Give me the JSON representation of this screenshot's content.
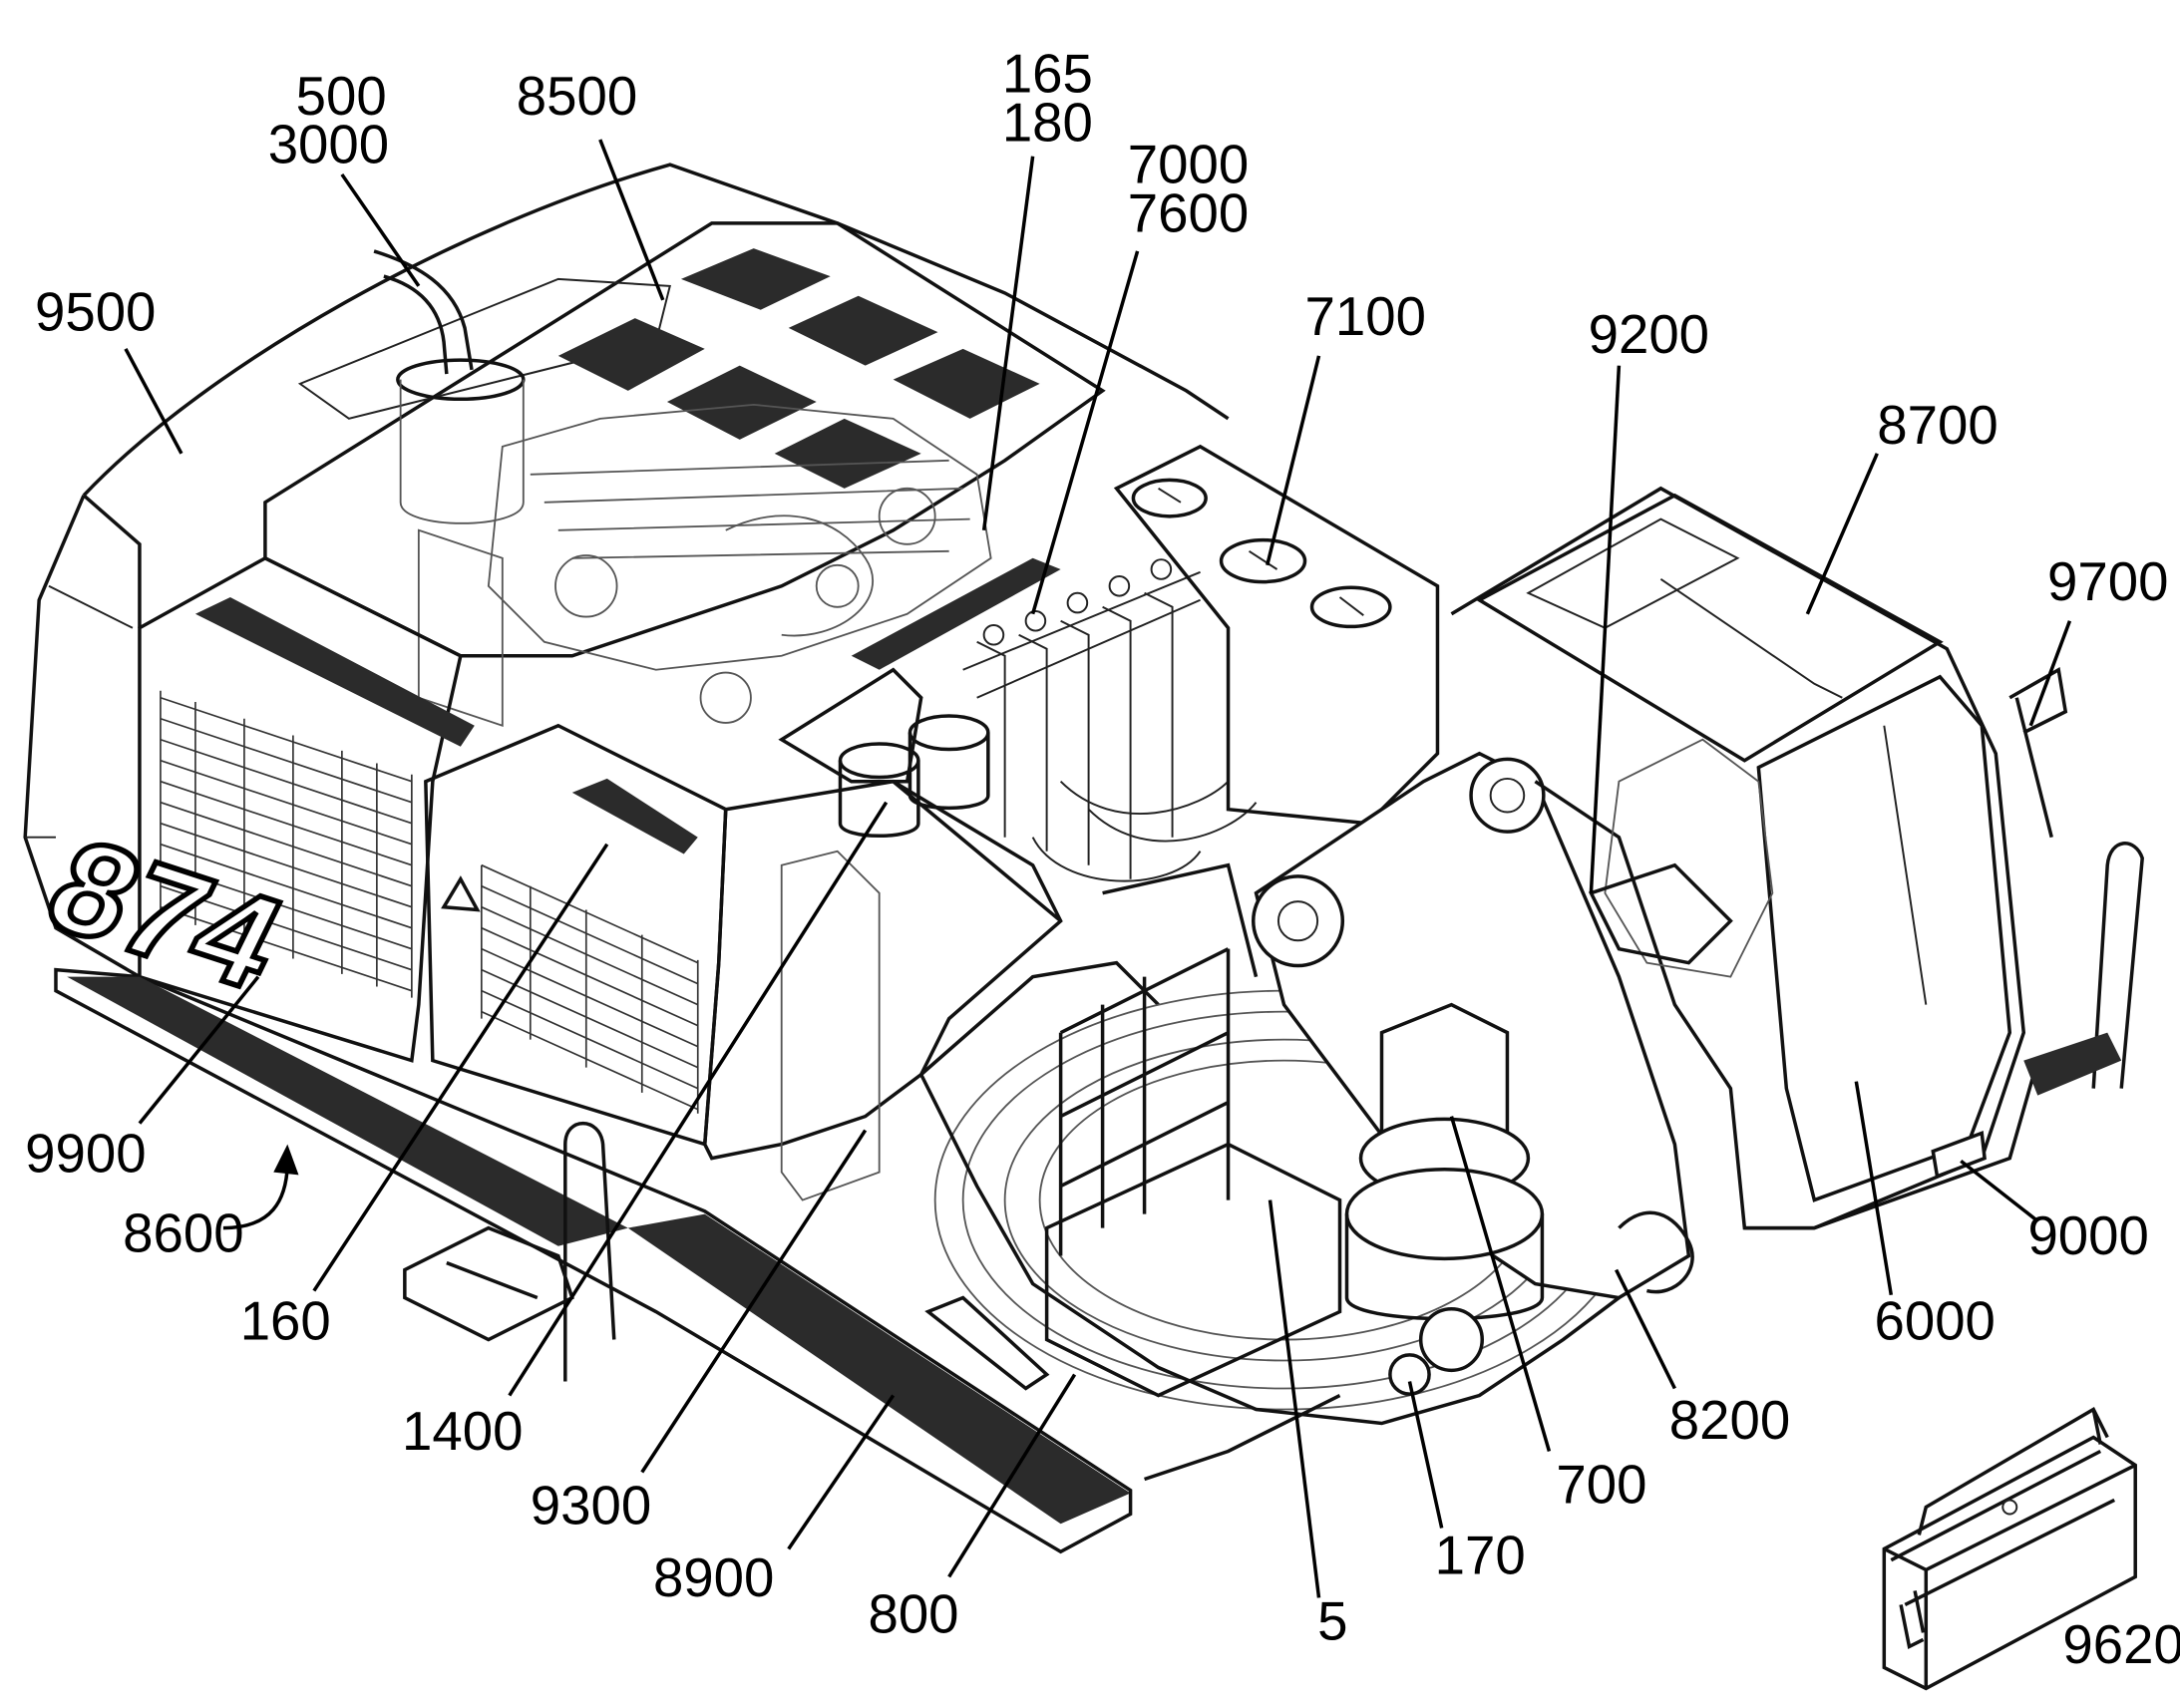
{
  "colors": {
    "line": "#111111",
    "background": "#ffffff",
    "grating": "#2b2b2b"
  },
  "machine": {
    "decal_number": "874"
  },
  "callouts": [
    {
      "id": "c-500",
      "lines": [
        "500",
        "3000"
      ]
    },
    {
      "id": "c-8500",
      "lines": [
        "8500"
      ]
    },
    {
      "id": "c-165",
      "lines": [
        "165",
        "180"
      ]
    },
    {
      "id": "c-7000",
      "lines": [
        "7000",
        "7600"
      ]
    },
    {
      "id": "c-7100",
      "lines": [
        "7100"
      ]
    },
    {
      "id": "c-9200",
      "lines": [
        "9200"
      ]
    },
    {
      "id": "c-8700",
      "lines": [
        "8700"
      ]
    },
    {
      "id": "c-9500",
      "lines": [
        "9500"
      ]
    },
    {
      "id": "c-9700",
      "lines": [
        "9700"
      ]
    },
    {
      "id": "c-9900",
      "lines": [
        "9900"
      ]
    },
    {
      "id": "c-8600",
      "lines": [
        "8600"
      ]
    },
    {
      "id": "c-160",
      "lines": [
        "160"
      ]
    },
    {
      "id": "c-1400",
      "lines": [
        "1400"
      ]
    },
    {
      "id": "c-9300",
      "lines": [
        "9300"
      ]
    },
    {
      "id": "c-8900",
      "lines": [
        "8900"
      ]
    },
    {
      "id": "c-800",
      "lines": [
        "800"
      ]
    },
    {
      "id": "c-5",
      "lines": [
        "5"
      ]
    },
    {
      "id": "c-170",
      "lines": [
        "170"
      ]
    },
    {
      "id": "c-700",
      "lines": [
        "700"
      ]
    },
    {
      "id": "c-8200",
      "lines": [
        "8200"
      ]
    },
    {
      "id": "c-6000",
      "lines": [
        "6000"
      ]
    },
    {
      "id": "c-9000",
      "lines": [
        "9000"
      ]
    },
    {
      "id": "c-9620",
      "lines": [
        "9620"
      ]
    }
  ]
}
